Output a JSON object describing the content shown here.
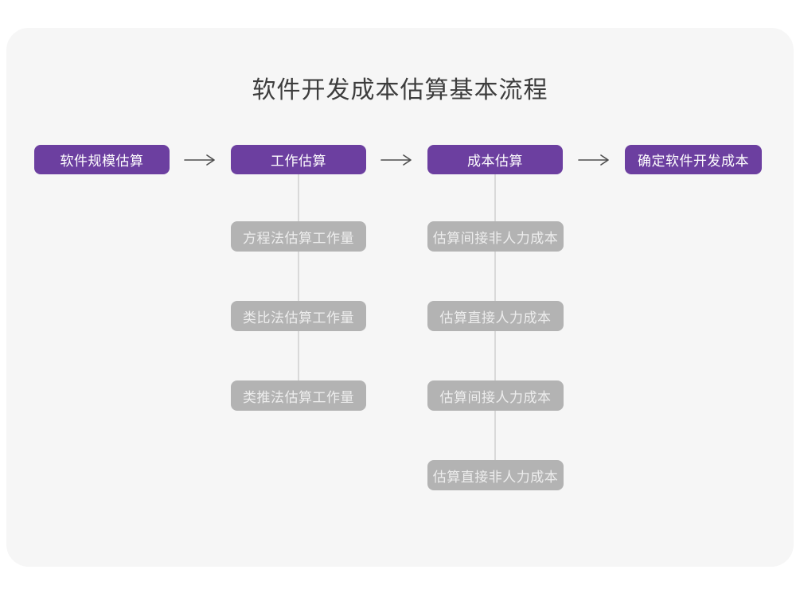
{
  "title": "软件开发成本估算基本流程",
  "flowchart": {
    "main_steps": [
      {
        "label": "软件规模估算"
      },
      {
        "label": "工作估算"
      },
      {
        "label": "成本估算"
      },
      {
        "label": "确定软件开发成本"
      }
    ],
    "work_estimation_methods": [
      {
        "label": "方程法估算工作量"
      },
      {
        "label": "类比法估算工作量"
      },
      {
        "label": "类推法估算工作量"
      }
    ],
    "cost_estimation_steps": [
      {
        "label": "估算间接非人力成本"
      },
      {
        "label": "估算直接人力成本"
      },
      {
        "label": "估算间接人力成本"
      },
      {
        "label": "估算直接非人力成本"
      }
    ]
  },
  "colors": {
    "main_step_box": "#6C3FA0",
    "sub_step_box": "#B3B3B3",
    "connector_line": "#D9D9D9",
    "arrow": "#4D4D4D",
    "canvas_background": "#F6F6F6",
    "page_background": "#FFFFFF",
    "title_text": "#3D3D3D",
    "main_step_text": "#FFFFFF",
    "sub_step_text": "#EDEDED"
  }
}
